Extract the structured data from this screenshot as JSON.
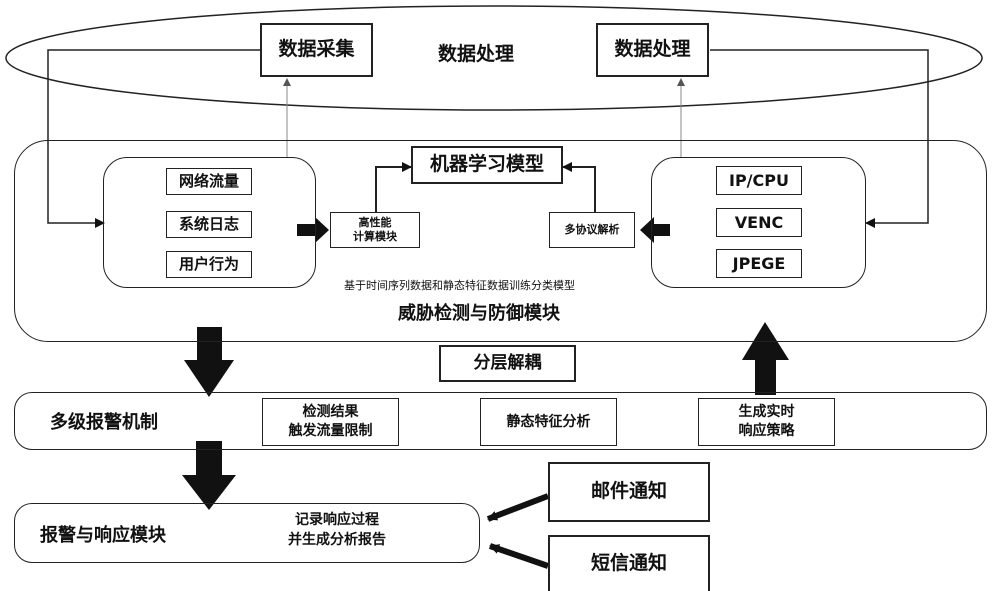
{
  "colors": {
    "stroke": "#222222",
    "arrow": "#111111",
    "background": "#ffffff",
    "thin_line": "#888888"
  },
  "top": {
    "collect": "数据采集",
    "process_center": "数据处理",
    "process_right": "数据处理"
  },
  "ml_model": "机器学习模型",
  "left_inputs": [
    "网络流量",
    "系统日志",
    "用户行为"
  ],
  "hpc": [
    "高性能",
    "计算模块"
  ],
  "protocol": "多协议解析",
  "right_inputs": [
    "IP/CPU",
    "VENC",
    "JPEGE"
  ],
  "threat": {
    "caption": "基于时间序列数据和静态特征数据训练分类模型",
    "title": "威胁检测与防御模块"
  },
  "layer": "分层解耦",
  "alarm": {
    "title": "多级报警机制",
    "detect": [
      "检测结果",
      "触发流量限制"
    ],
    "static": "静态特征分析",
    "realtime": [
      "生成实时",
      "响应策略"
    ]
  },
  "response": {
    "title": "报警与响应模块",
    "record": [
      "记录响应过程",
      "并生成分析报告"
    ]
  },
  "notify": {
    "email": "邮件通知",
    "sms": "短信通知"
  }
}
